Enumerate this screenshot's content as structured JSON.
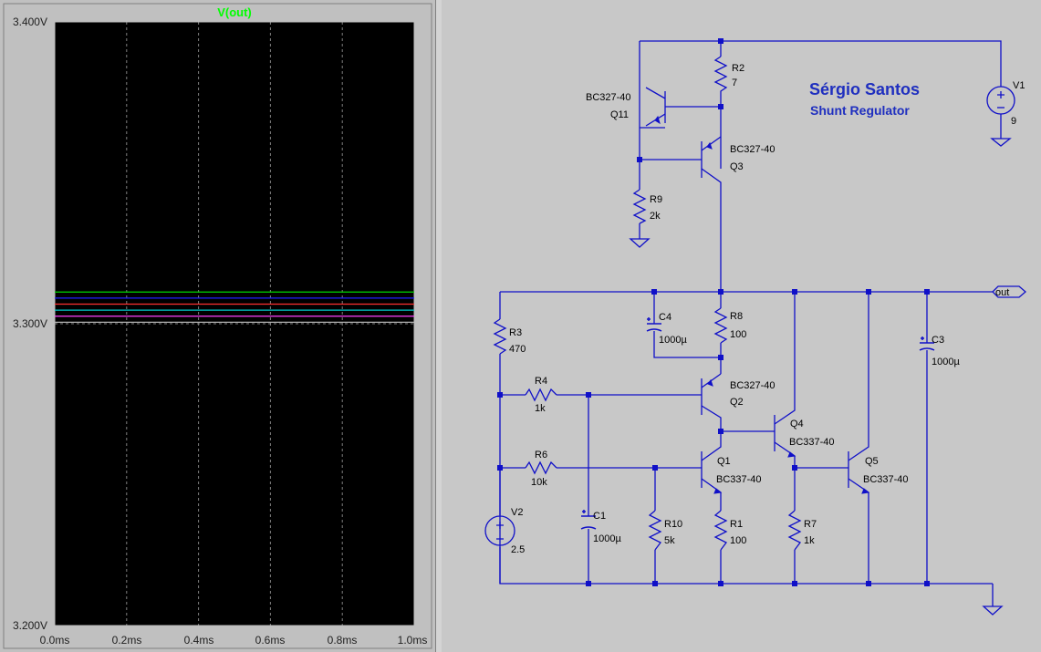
{
  "plot": {
    "trace_name": "V(out)",
    "colors": {
      "background": "#000000",
      "grid": "#808080",
      "trace_title": "#00ff00",
      "wire": "#1010c8",
      "node": "#1010c8",
      "title_text": "#1f2fbf"
    },
    "y_ticks": [
      "3.400V",
      "3.300V",
      "3.200V"
    ],
    "x_ticks": [
      "0.0ms",
      "0.2ms",
      "0.4ms",
      "0.6ms",
      "0.8ms",
      "1.0ms"
    ]
  },
  "chart_data": {
    "type": "line",
    "title": "V(out)",
    "xlabel": "",
    "ylabel": "",
    "xlim": [
      0,
      1.0
    ],
    "ylim": [
      3.2,
      3.4
    ],
    "x_unit": "ms",
    "y_unit": "V",
    "grid": true,
    "series": [
      {
        "color": "#00d800",
        "x": [
          0,
          1.0
        ],
        "y": [
          3.3105,
          3.3105
        ]
      },
      {
        "color": "#2020ff",
        "x": [
          0,
          1.0
        ],
        "y": [
          3.3085,
          3.3085
        ]
      },
      {
        "color": "#ff3030",
        "x": [
          0,
          1.0
        ],
        "y": [
          3.3065,
          3.3065
        ]
      },
      {
        "color": "#00c8c8",
        "x": [
          0,
          1.0
        ],
        "y": [
          3.3045,
          3.3045
        ]
      },
      {
        "color": "#ff40ff",
        "x": [
          0,
          1.0
        ],
        "y": [
          3.3025,
          3.3025
        ]
      },
      {
        "color": "#b0b0b0",
        "x": [
          0,
          1.0
        ],
        "y": [
          3.3005,
          3.3005
        ]
      }
    ]
  },
  "schematic": {
    "author": "Sérgio Santos",
    "subtitle": "Shunt Regulator",
    "net_out": "out",
    "components": {
      "R2": {
        "name": "R2",
        "value": "7"
      },
      "Q11": {
        "name": "Q11",
        "model": "BC327-40"
      },
      "Q3": {
        "name": "Q3",
        "model": "BC327-40"
      },
      "R9": {
        "name": "R9",
        "value": "2k"
      },
      "V1": {
        "name": "V1",
        "value": "9"
      },
      "C4": {
        "name": "C4",
        "value": "1000µ"
      },
      "R8": {
        "name": "R8",
        "value": "100"
      },
      "R3": {
        "name": "R3",
        "value": "470"
      },
      "R4": {
        "name": "R4",
        "value": "1k"
      },
      "R6": {
        "name": "R6",
        "value": "10k"
      },
      "Q2": {
        "name": "Q2",
        "model": "BC327-40"
      },
      "Q4": {
        "name": "Q4",
        "model": "BC337-40"
      },
      "Q1": {
        "name": "Q1",
        "model": "BC337-40"
      },
      "Q5": {
        "name": "Q5",
        "model": "BC337-40"
      },
      "C3": {
        "name": "C3",
        "value": "1000µ"
      },
      "V2": {
        "name": "V2",
        "value": "2.5"
      },
      "C1": {
        "name": "C1",
        "value": "1000µ"
      },
      "R10": {
        "name": "R10",
        "value": "5k"
      },
      "R1": {
        "name": "R1",
        "value": "100"
      },
      "R7": {
        "name": "R7",
        "value": "1k"
      }
    }
  }
}
